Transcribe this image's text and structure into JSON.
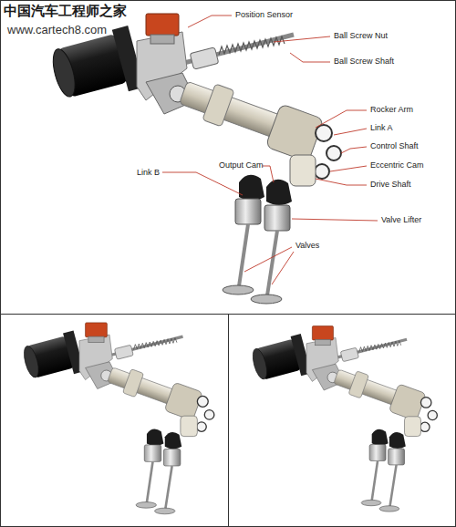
{
  "diagram": {
    "labels": [
      "中国汽车工程师之家",
      "www.cartech8.com",
      "Position Sensor",
      "Ball Screw Nut",
      "Ball Screw Shaft",
      "Rocker Arm",
      "Link A",
      "Control Shaft",
      "Eccentric Cam",
      "Drive Shaft",
      "Valve Lifter",
      "Valves",
      "Output Cam",
      "Link B"
    ]
  }
}
